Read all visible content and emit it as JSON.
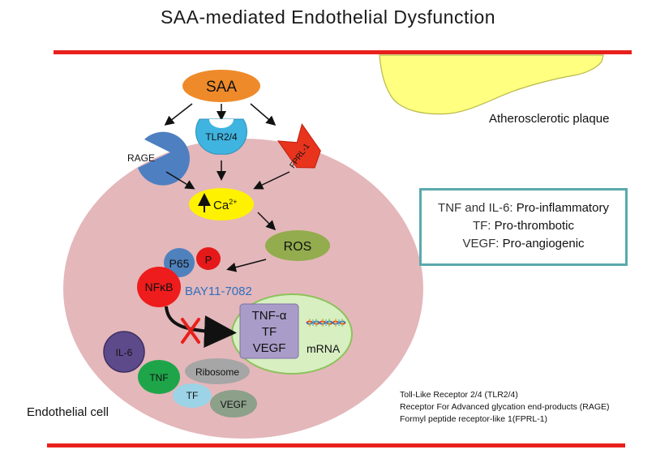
{
  "title": "SAA-mediated Endothelial Dysfunction",
  "plaque_label": "Atherosclerotic plaque",
  "cell_label": "Endothelial cell",
  "nodes": {
    "saa": "SAA",
    "tlr": "TLR2/4",
    "rage": "RAGE",
    "fprl": "FPRL-1",
    "ca_base": "Ca",
    "ca_sup": "2+",
    "ros": "ROS",
    "p65": "P65",
    "p": "P",
    "nfkb": "NFκB",
    "bay": "BAY11-7082",
    "il6": "IL-6",
    "tnf": "TNF",
    "ribosome": "Ribosome",
    "tf": "TF",
    "vegf": "VEGF",
    "mrna": "mRNA",
    "gene_box": [
      "TNF-α",
      "TF",
      "VEGF"
    ]
  },
  "legend": [
    {
      "key": "TNF and IL-6: ",
      "value": "Pro-inflammatory"
    },
    {
      "key": "TF: ",
      "value": "Pro-thrombotic"
    },
    {
      "key": "VEGF: ",
      "value": "Pro-angiogenic"
    }
  ],
  "abbreviations": [
    "Toll-Like Receptor 2/4 (TLR2/4)",
    "Receptor For Advanced glycation end-products (RAGE)",
    "Formyl peptide receptor-like 1(FPRL-1)"
  ],
  "colors": {
    "cell": "#e4b7ba",
    "red_bar": "#e8201c",
    "saa": "#ef8a2a",
    "tlr": "#3fb4e0",
    "rage": "#4e7fc1",
    "fprl": "#e8341c",
    "ca": "#fff200",
    "ros": "#93ac4e",
    "p65": "#4f81bd",
    "p": "#e51919",
    "nfkb": "#ee1c1c",
    "bay": "#2f6fc0",
    "nucleus": "#d8efc2",
    "gene_box": "#a99cc8",
    "il6": "#5d4a8a",
    "tnf": "#1ea54a",
    "ribosome": "#a6a6a6",
    "tf": "#9dd3e6",
    "vegf": "#8ca08a",
    "plaque": "#ffff80"
  }
}
